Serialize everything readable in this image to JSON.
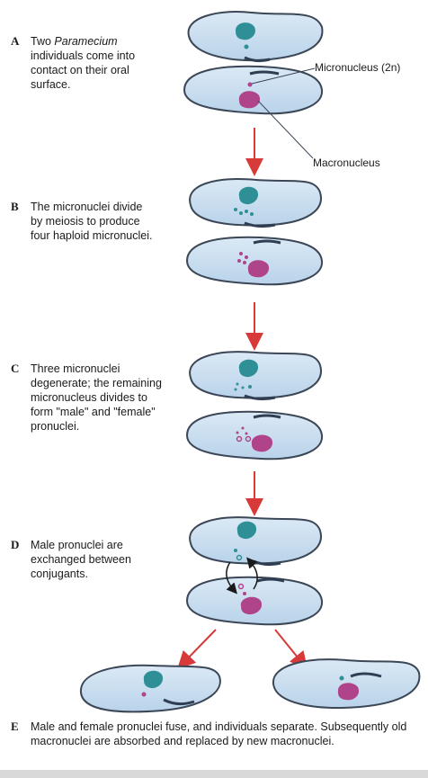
{
  "steps": [
    {
      "letter": "A",
      "text_pre": "Two ",
      "text_em": "Paramecium",
      "text_post": " individuals come into contact on their oral surface."
    },
    {
      "letter": "B",
      "text": "The micronuclei divide by meiosis to produce four haploid micronuclei."
    },
    {
      "letter": "C",
      "text": "Three micronuclei degenerate; the remaining micronucleus divides to form \"male\" and \"female\" pronuclei."
    },
    {
      "letter": "D",
      "text": "Male pronuclei are exchanged between conjugants."
    },
    {
      "letter": "E",
      "text": "Male and female pronuclei fuse, and individuals separate. Subsequently old macronuclei are absorbed and replaced by new macronuclei."
    }
  ],
  "labels": {
    "micronucleus": "Micronucleus (2n)",
    "macronucleus": "Macronucleus"
  },
  "colors": {
    "cell_fill": "#c9dff0",
    "cell_stroke": "#3b4756",
    "macronucleus": "#b0448a",
    "micronucleus": "#2f8f97",
    "arrow_red": "#d83a3a"
  }
}
